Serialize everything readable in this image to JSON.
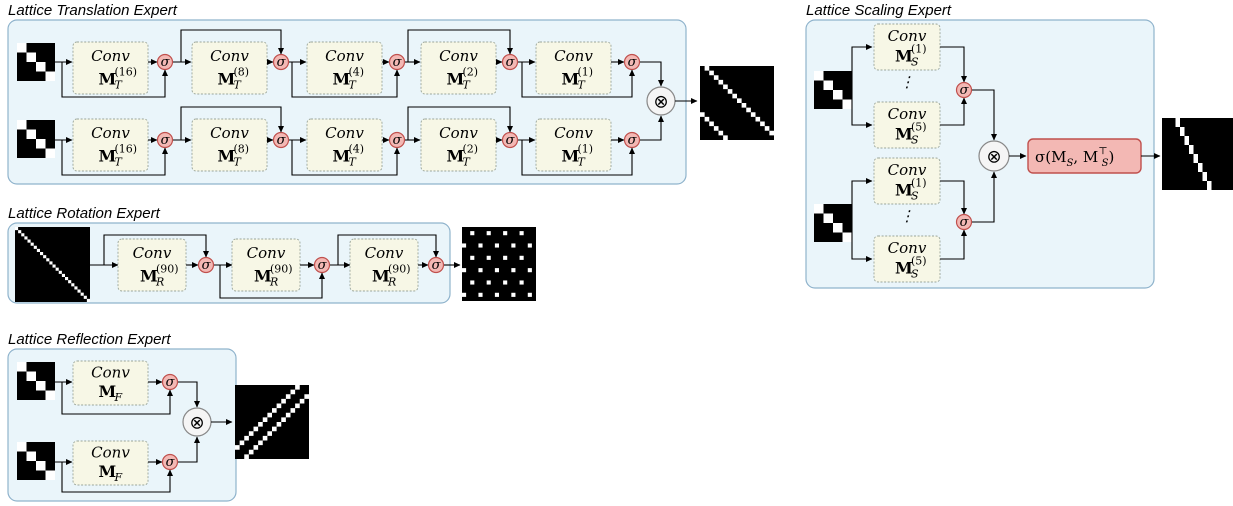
{
  "panels": {
    "translation": {
      "title": "Lattice Translation Expert",
      "conv_label": "Conv",
      "matrix": "M",
      "subscript": "T",
      "superscripts": [
        "(16)",
        "(8)",
        "(4)",
        "(2)",
        "(1)"
      ]
    },
    "rotation": {
      "title": "Lattice Rotation Expert",
      "conv_label": "Conv",
      "matrix": "M",
      "subscript": "R",
      "superscripts": [
        "(90)",
        "(90)",
        "(90)"
      ]
    },
    "reflection": {
      "title": "Lattice Reflection Expert",
      "conv_label": "Conv",
      "matrix": "M",
      "subscript": "F"
    },
    "scaling": {
      "title": "Lattice Scaling Expert",
      "conv_label": "Conv",
      "matrix": "M",
      "subscript": "S",
      "superscripts": [
        "(1)",
        "(5)"
      ],
      "ellipsis": "⋮",
      "final_op": "σ(M",
      "final_sub": "S",
      "final_mid": ", M",
      "final_sup": "⊤",
      "final_end": ")"
    }
  },
  "symbols": {
    "sigma": "σ",
    "otimes": "⊗"
  },
  "colors": {
    "panel_fill": "#eaf5fa",
    "panel_stroke": "#8fb3cc",
    "conv_fill": "#f7f7e6",
    "sigma_fill": "#f3b8b4",
    "sigma_stroke": "#c0504d"
  }
}
